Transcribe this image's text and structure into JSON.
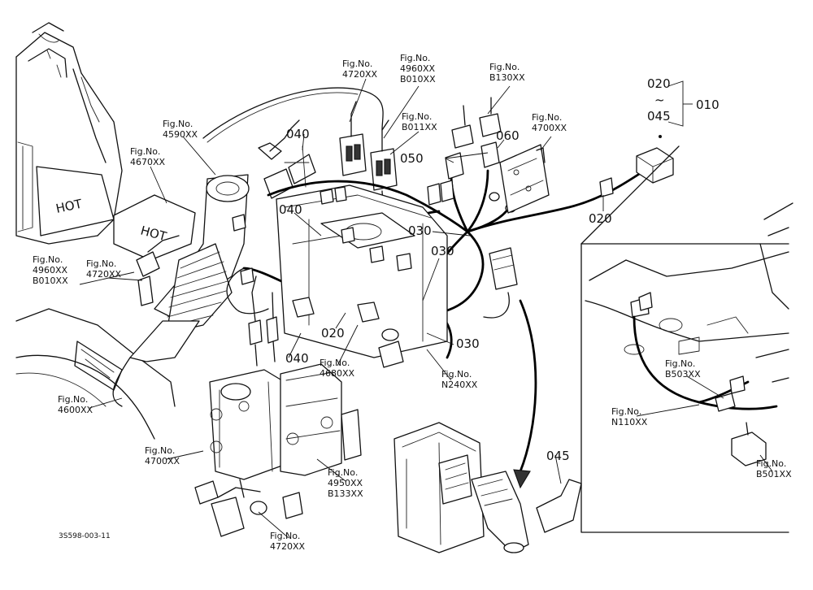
{
  "diagram": {
    "figure_code": "3S598-003-11",
    "hot_label": "HOT",
    "fig_prefix": "Fig.No.",
    "callouts": [
      {
        "id": "a",
        "lines": [
          "Fig.No.",
          "4720XX"
        ]
      },
      {
        "id": "b",
        "lines": [
          "Fig.No.",
          "4960XX",
          "B010XX"
        ]
      },
      {
        "id": "c",
        "lines": [
          "Fig.No.",
          "B130XX"
        ]
      },
      {
        "id": "d",
        "lines": [
          "Fig.No.",
          "B011XX"
        ]
      },
      {
        "id": "e",
        "lines": [
          "Fig.No.",
          "4700XX"
        ]
      },
      {
        "id": "f",
        "lines": [
          "Fig.No.",
          "4590XX"
        ]
      },
      {
        "id": "g",
        "lines": [
          "Fig.No.",
          "4670XX"
        ]
      },
      {
        "id": "h",
        "lines": [
          "Fig.No.",
          "4960XX",
          "B010XX"
        ]
      },
      {
        "id": "i",
        "lines": [
          "Fig.No.",
          "4720XX"
        ]
      },
      {
        "id": "j",
        "lines": [
          "Fig.No.",
          "4680XX"
        ]
      },
      {
        "id": "k",
        "lines": [
          "Fig.No.",
          "N240XX"
        ]
      },
      {
        "id": "l",
        "lines": [
          "Fig.No.",
          "4600XX"
        ]
      },
      {
        "id": "m",
        "lines": [
          "Fig.No.",
          "4700XX"
        ]
      },
      {
        "id": "n",
        "lines": [
          "Fig.No.",
          "4950XX",
          "B133XX"
        ]
      },
      {
        "id": "o",
        "lines": [
          "Fig.No.",
          "4720XX"
        ]
      },
      {
        "id": "p",
        "lines": [
          "Fig.No.",
          "B503XX"
        ]
      },
      {
        "id": "q",
        "lines": [
          "Fig.No.",
          "N110XX"
        ]
      },
      {
        "id": "r",
        "lines": [
          "Fig.No.",
          "B501XX"
        ]
      }
    ],
    "part_numbers": [
      "040",
      "050",
      "060",
      "030",
      "030",
      "030",
      "040",
      "020",
      "040",
      "020",
      "045"
    ],
    "range_group": {
      "from": "020",
      "tilde": "~",
      "to": "045",
      "group": "010"
    }
  }
}
